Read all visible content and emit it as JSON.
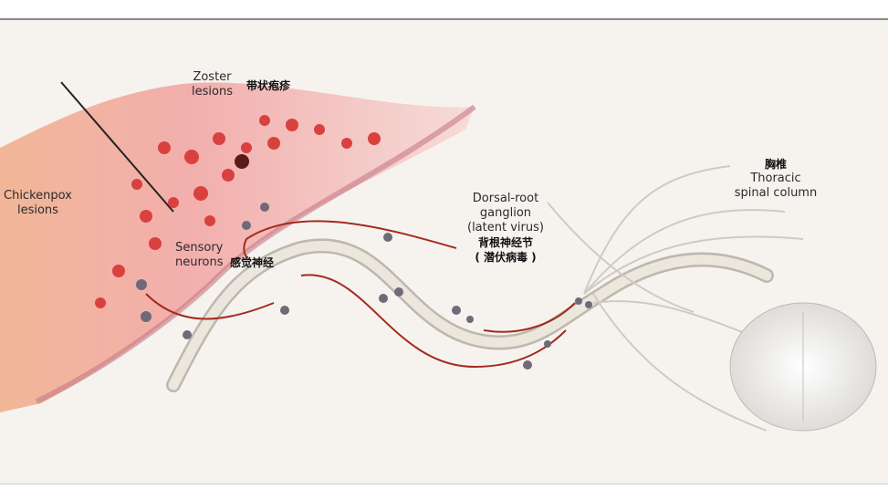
{
  "labels": {
    "zoster_en": [
      "Zoster",
      "lesions"
    ],
    "zoster_zh": "带状疱疹",
    "chickenpox_en": [
      "Chickenpox",
      "lesions"
    ],
    "sensory_en": [
      "Sensory",
      "neurons"
    ],
    "sensory_zh": "感觉神经",
    "drg_en": [
      "Dorsal-root",
      "ganglion",
      "(latent virus)"
    ],
    "drg_zh": [
      "背根神经节",
      "( 潜伏病毒 )"
    ],
    "thoracic_zh": "胸椎",
    "thoracic_en": [
      "Thoracic",
      "spinal column"
    ]
  },
  "colors": {
    "skin": "#e88a86",
    "lesion": "#d9413f",
    "arrow": "#a52a1e",
    "virus": "#6e6a78",
    "nerve": "#e8e4da"
  }
}
